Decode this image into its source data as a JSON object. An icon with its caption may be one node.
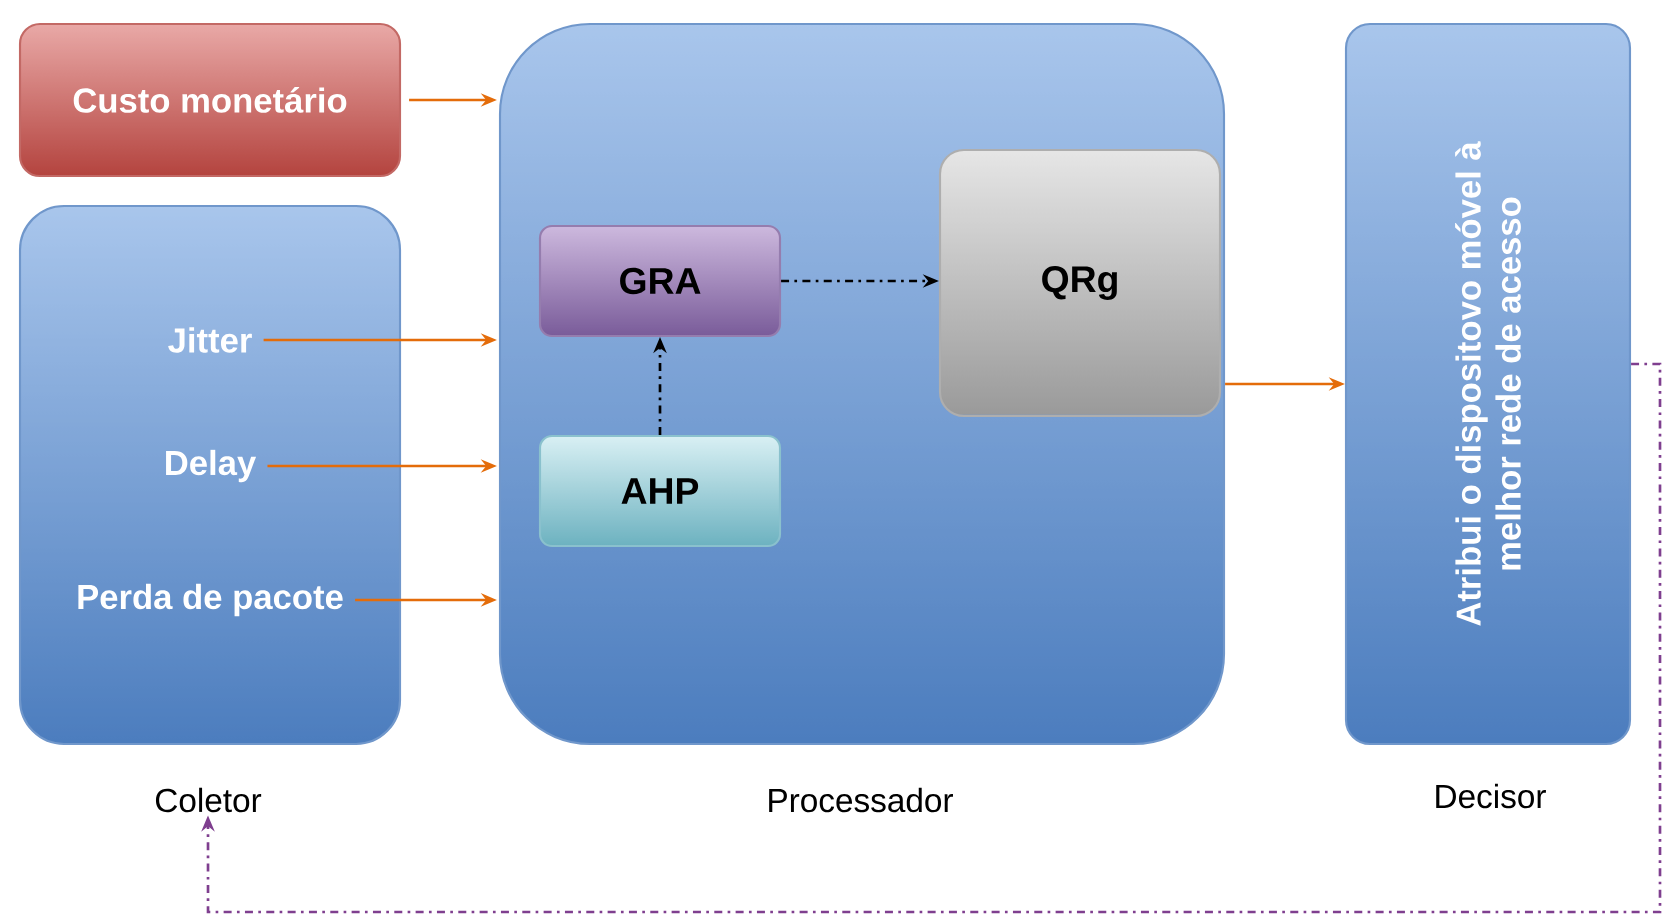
{
  "diagram": {
    "nodes": [
      {
        "text": [
          "Custo monetário"
        ]
      },
      {
        "text": [
          "Coletor"
        ]
      },
      {
        "text": [
          "Jitter"
        ],
        "in": 1
      },
      {
        "text": [
          "Delay"
        ],
        "in": 1
      },
      {
        "text": [
          "Perda de pacote"
        ],
        "in": 1
      },
      {
        "text": [
          "Processador"
        ]
      },
      {
        "text": [
          "GRA"
        ],
        "in": 5
      },
      {
        "text": [
          "QRg"
        ],
        "in": 5
      },
      {
        "text": [
          "AHP"
        ],
        "in": 5
      },
      {
        "text": [
          "Atribui o dispositovo móvel à melhor rede de acesso",
          "Decisor"
        ]
      }
    ],
    "edges": [
      {
        "from": 0,
        "to": 5,
        "arrow": "to"
      },
      {
        "from": 2,
        "to": 5,
        "arrow": "to"
      },
      {
        "from": 3,
        "to": 5,
        "arrow": "to"
      },
      {
        "from": 4,
        "to": 5,
        "arrow": "to"
      },
      {
        "from": 8,
        "to": 6,
        "arrow": "to",
        "style": "dashed",
        "color": "#000000"
      },
      {
        "from": 6,
        "to": 7,
        "arrow": "to",
        "style": "dashed",
        "color": "#000000"
      },
      {
        "from": 5,
        "to": 9,
        "arrow": "to"
      },
      {
        "from": 9,
        "to": 1,
        "arrow": "to",
        "style": "dashed",
        "color": "#7f3f8f"
      }
    ]
  }
}
